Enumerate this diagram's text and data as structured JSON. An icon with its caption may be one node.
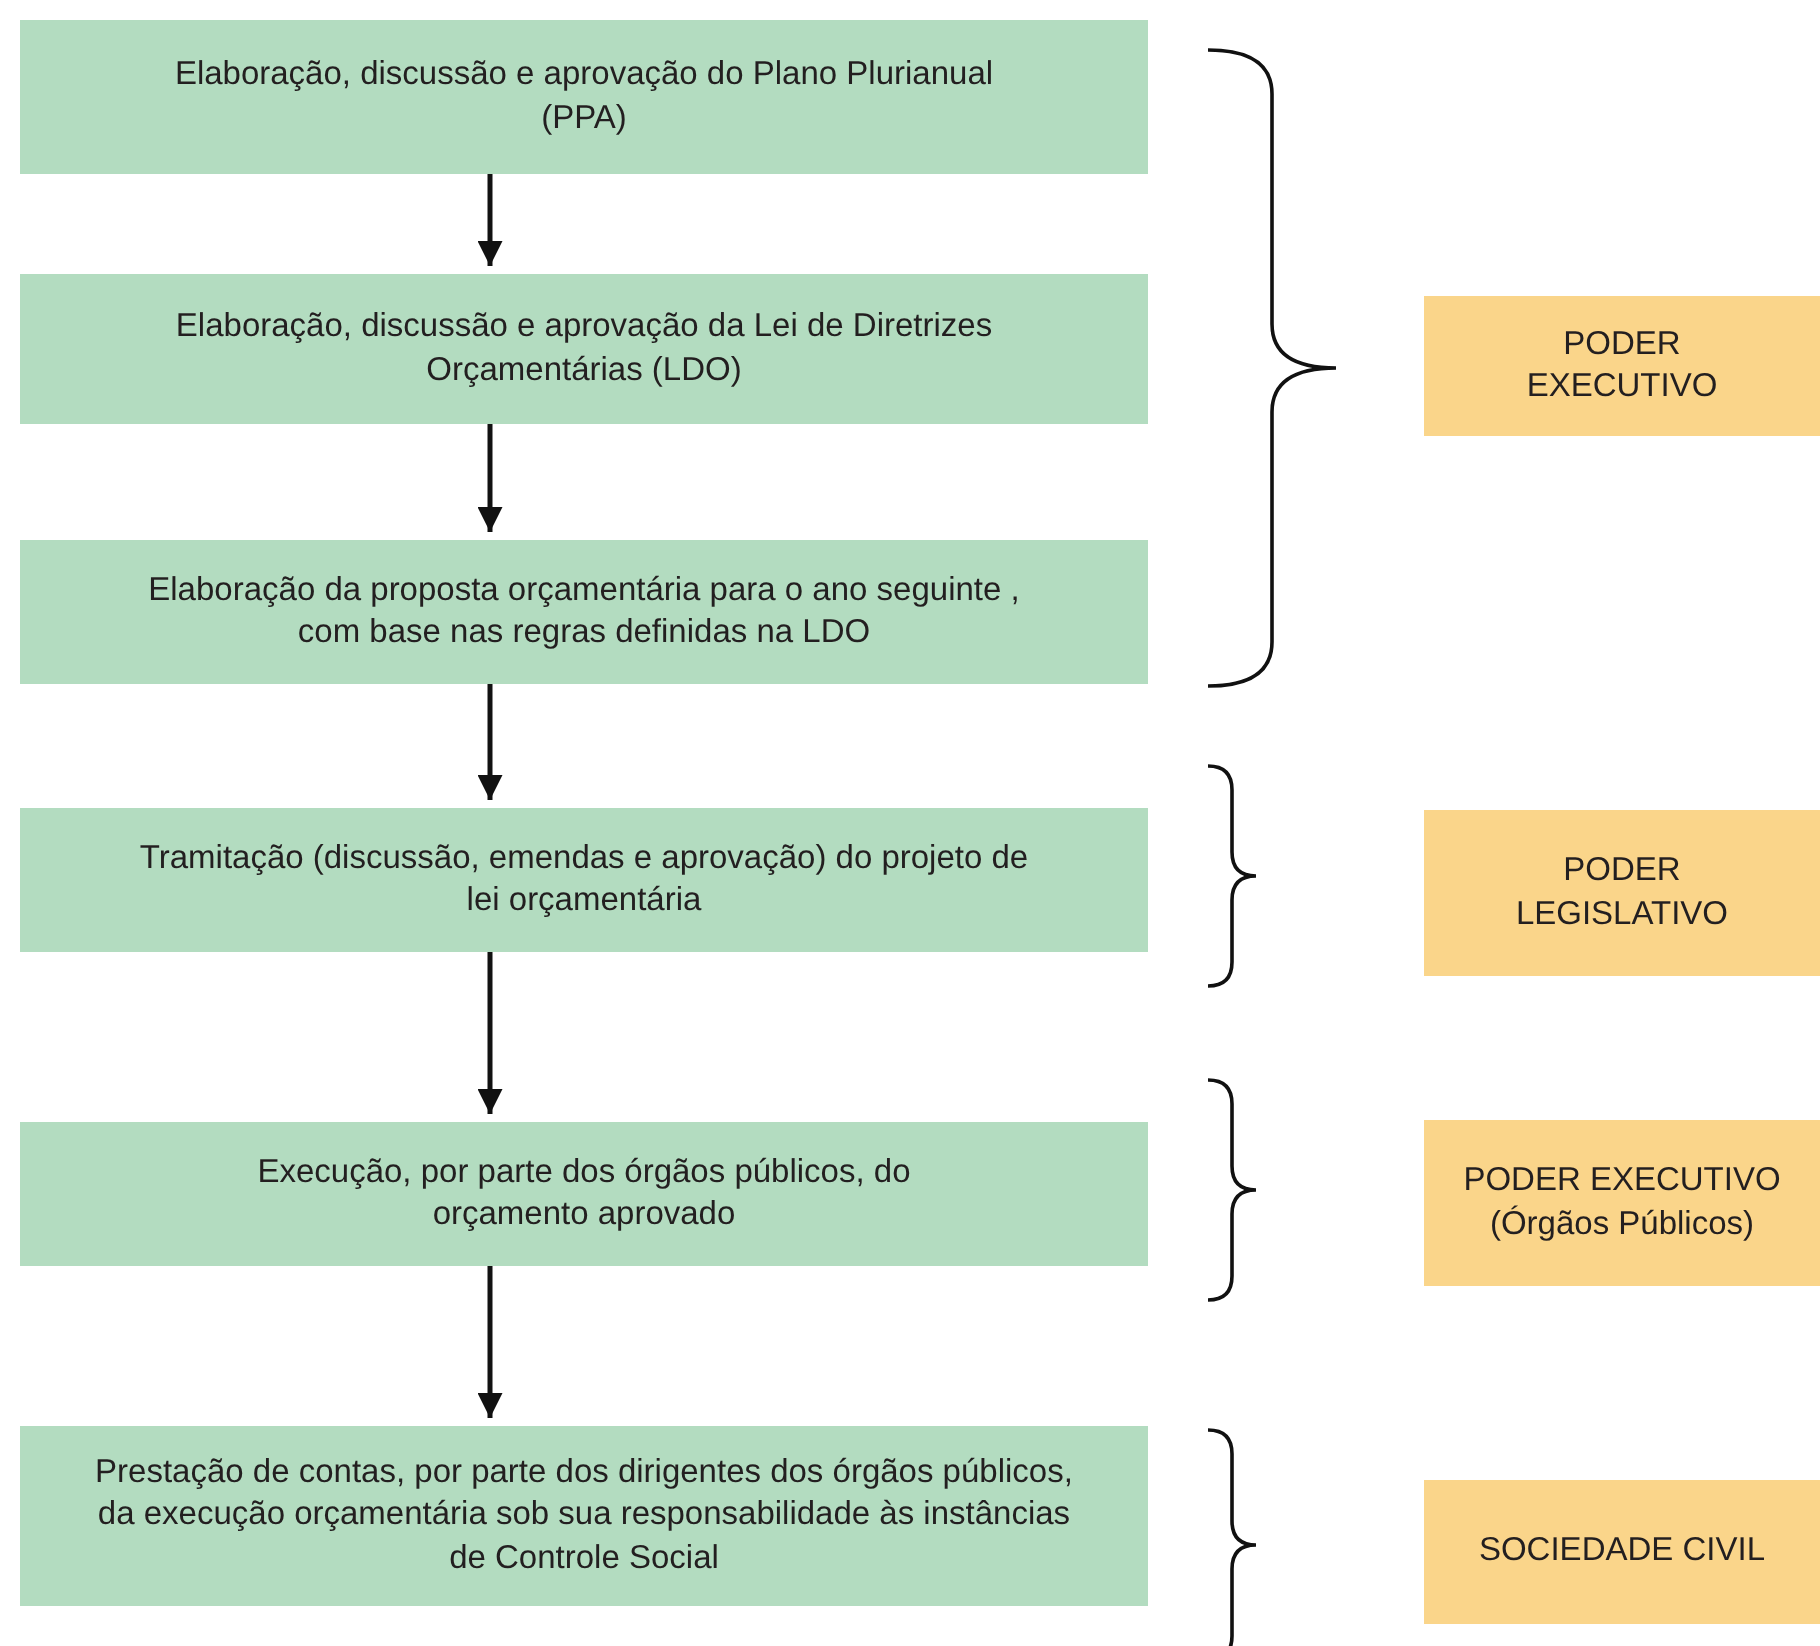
{
  "diagram": {
    "nodes": [
      {
        "text": [
          "Elaboração, discussão e aprovação do Plano Plurianual (PPA)"
        ]
      },
      {
        "text": [
          "Elaboração, discussão e aprovação da Lei de Diretrizes Orçamentárias (LDO)"
        ]
      },
      {
        "text": [
          "Elaboração da proposta orçamentária para o ano seguinte , com base nas regras definidas na LDO"
        ]
      },
      {
        "text": [
          "Tramitação (discussão, emendas e aprovação) do projeto de lei orçamentária"
        ]
      },
      {
        "text": [
          "Execução, por parte dos órgãos públicos, do orçamento aprovado"
        ]
      },
      {
        "text": [
          "Prestação de contas, por parte dos dirigentes dos órgãos públicos, da execução orçamentária sob sua responsabilidade às instâncias de Controle Social"
        ]
      },
      {
        "text": [
          "PODER EXECUTIVO"
        ]
      },
      {
        "text": [
          "PODER LEGISLATIVO"
        ]
      },
      {
        "text": [
          "PODER EXECUTIVO (Órgãos Públicos)"
        ]
      },
      {
        "text": [
          "SOCIEDADE CIVIL"
        ]
      }
    ],
    "edges": [
      {
        "from": 0,
        "to": 1,
        "arrow": "to"
      },
      {
        "from": 1,
        "to": 2,
        "arrow": "to"
      },
      {
        "from": 2,
        "to": 3,
        "arrow": "to"
      },
      {
        "from": 3,
        "to": 4,
        "arrow": "to"
      },
      {
        "from": 4,
        "to": 5,
        "arrow": "to"
      }
    ]
  }
}
